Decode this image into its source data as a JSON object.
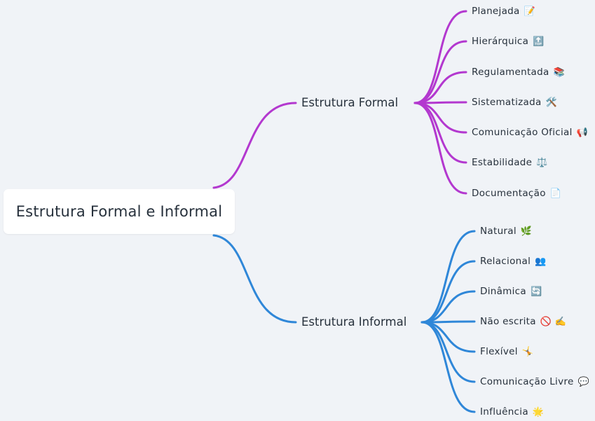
{
  "root": {
    "label": "Estrutura Formal e Informal"
  },
  "colors": {
    "formal": "#b338cf",
    "informal": "#2f87d8"
  },
  "branches": [
    {
      "label": "Estrutura Formal",
      "children": [
        {
          "label": "Planejada",
          "emoji": "📝",
          "emoji_name": "memo-icon"
        },
        {
          "label": "Hierárquica",
          "emoji": "🔝",
          "emoji_name": "top-arrow-icon"
        },
        {
          "label": "Regulamentada",
          "emoji": "📚",
          "emoji_name": "books-icon"
        },
        {
          "label": "Sistematizada",
          "emoji": "🛠️",
          "emoji_name": "tools-icon"
        },
        {
          "label": "Comunicação Oficial",
          "emoji": "📢",
          "emoji_name": "megaphone-icon"
        },
        {
          "label": "Estabilidade",
          "emoji": "⚖️",
          "emoji_name": "scales-icon"
        },
        {
          "label": "Documentação",
          "emoji": "📄",
          "emoji_name": "document-icon"
        }
      ]
    },
    {
      "label": "Estrutura Informal",
      "children": [
        {
          "label": "Natural",
          "emoji": "🌿",
          "emoji_name": "herb-icon"
        },
        {
          "label": "Relacional",
          "emoji": "👥",
          "emoji_name": "people-icon"
        },
        {
          "label": "Dinâmica",
          "emoji": "🔄",
          "emoji_name": "cycle-arrows-icon"
        },
        {
          "label": "Não escrita",
          "emoji": "🚫 ✍️",
          "emoji_name": "no-writing-icon"
        },
        {
          "label": "Flexível",
          "emoji": "🤸",
          "emoji_name": "cartwheel-icon"
        },
        {
          "label": "Comunicação Livre",
          "emoji": "💬",
          "emoji_name": "speech-bubble-icon"
        },
        {
          "label": "Influência",
          "emoji": "🌟",
          "emoji_name": "star-icon"
        }
      ]
    }
  ]
}
